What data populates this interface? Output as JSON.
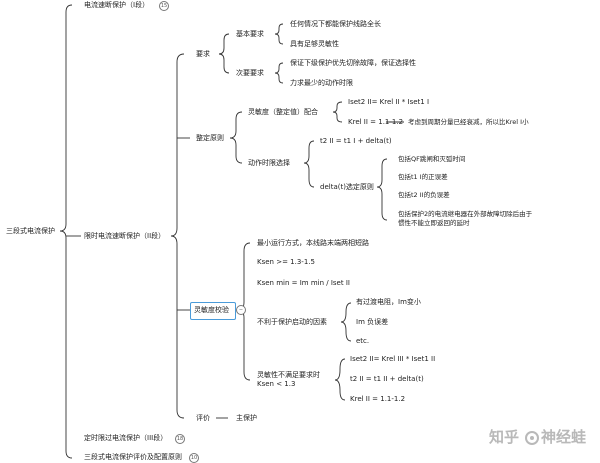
{
  "root": "三段式电流保护",
  "sec1": {
    "label": "电流速断保护（I段）",
    "badge": "15"
  },
  "sec2": {
    "label": "限时电流速断保护（II段）",
    "yaoqiu": {
      "label": "要求",
      "jiben": {
        "label": "基本要求",
        "items": [
          "任何情况下都能保护线路全长",
          "具有足够灵敏性"
        ]
      },
      "ciyao": {
        "label": "次要要求",
        "items": [
          "保证下级保护优先切除故障，保证选择性",
          "力求最少的动作时限"
        ]
      }
    },
    "zhengding": {
      "label": "整定原则",
      "lmd": {
        "label": "灵敏度（整定值）配合",
        "formula1": "Iset2 II= Krel II * Iset1 I",
        "formula2": "Krel II = 1.1-1.2",
        "note": "考虑到周期分量已经衰减，所以比Krel I小"
      },
      "dzsx": {
        "label": "动作时限选择",
        "t_formula": "t2 II = t1 I + delta(t)",
        "delta": {
          "label": "delta(t)选定原则",
          "items": [
            "包括QF跳闸和灭弧时间",
            "包括t1 I的正误差",
            "包括t2 II的负误差"
          ],
          "item4_line1": "包括保护2的电流继电器在外部故障切除后由于",
          "item4_line2": "惯性不能立即返回的延时"
        }
      }
    },
    "lmdjy": {
      "label": "灵敏度校验",
      "items": [
        "最小运行方式，本线路末端两相短路",
        "Ksen >= 1.3-1.5",
        "Ksen min = Im min / Iset II"
      ],
      "bulyu": {
        "label": "不利于保护启动的因素",
        "items": [
          "有过渡电阻，Im变小",
          "Im 负误差",
          "etc."
        ]
      },
      "bumanzu": {
        "label_line1": "灵敏性不满足要求时",
        "label_line2": "Ksen < 1.3",
        "items": [
          "Iset2 II= Krel III * Iset1 II",
          "t2 II = t1 II + delta(t)",
          "Krel II = 1.1-1.2"
        ]
      }
    },
    "pingjia": {
      "label": "评价",
      "items": [
        "主保护"
      ]
    }
  },
  "sec3": {
    "label": "定时限过电流保护（III段）",
    "badge": "18"
  },
  "sec4": {
    "label": "三段式电流保护评价及配置原则",
    "badge": "10"
  },
  "watermark": {
    "left": "知乎",
    "right": "神经蛙"
  }
}
